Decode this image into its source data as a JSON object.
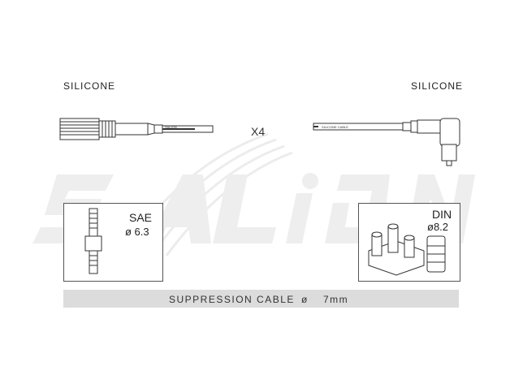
{
  "left_label": "SILICONE",
  "right_label": "SILICONE",
  "quantity": "X4",
  "left_wire_print": "SALION",
  "right_wire_print": "SILICONE CABLE",
  "sae": {
    "name": "SAE",
    "size": "ø 6.3"
  },
  "din": {
    "name": "DIN",
    "size": "ø8.2"
  },
  "cable": {
    "label": "SUPPRESSION CABLE",
    "symbol": "ø",
    "size": "7mm"
  },
  "watermark_text": "SALION",
  "colors": {
    "line": "#333333",
    "bar": "#dcdcdc",
    "watermark": "#e9e9e9"
  }
}
